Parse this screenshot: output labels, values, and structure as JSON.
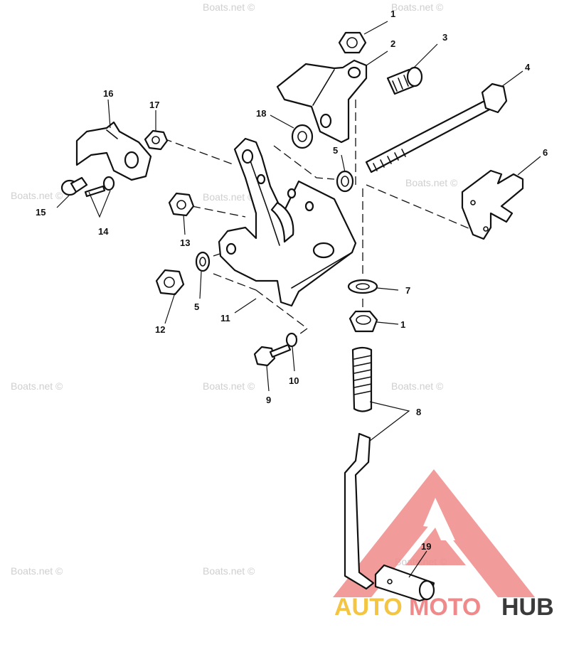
{
  "callouts": {
    "n1_top": "1",
    "n2": "2",
    "n3": "3",
    "n4": "4",
    "n5_right": "5",
    "n6": "6",
    "n7": "7",
    "n1_bottom": "1",
    "n8": "8",
    "n9": "9",
    "n10": "10",
    "n11": "11",
    "n12": "12",
    "n5_left": "5",
    "n13": "13",
    "n14": "14",
    "n15": "15",
    "n16": "16",
    "n17": "17",
    "n18": "18",
    "n19": "19"
  },
  "watermark": "Boats.net ©",
  "logo": {
    "part1": "AUTO",
    "part2": "MOTO",
    "part3": "HUB",
    "colors": {
      "auto": "#f4c542",
      "moto": "#f08a8a",
      "hub": "#3a3a3a",
      "triangle": "#f08a8a"
    }
  }
}
